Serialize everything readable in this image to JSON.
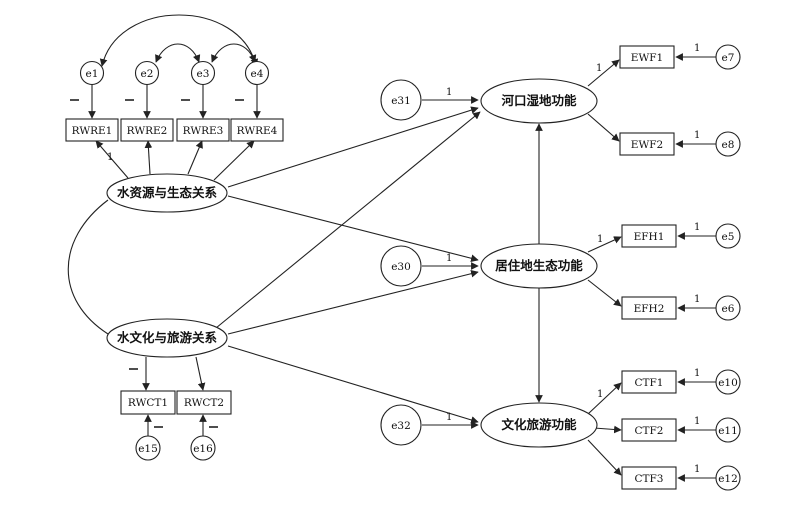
{
  "latents": {
    "water_eco": "水资源与生态关系",
    "water_culture": "水文化与旅游关系",
    "estuary": "河口湿地功能",
    "habitat": "居住地生态功能",
    "culture_tour": "文化旅游功能"
  },
  "indicators": {
    "rwre1": "RWRE1",
    "rwre2": "RWRE2",
    "rwre3": "RWRE3",
    "rwre4": "RWRE4",
    "rwct1": "RWCT1",
    "rwct2": "RWCT2",
    "ewf1": "EWF1",
    "ewf2": "EWF2",
    "efh1": "EFH1",
    "efh2": "EFH2",
    "ctf1": "CTF1",
    "ctf2": "CTF2",
    "ctf3": "CTF3"
  },
  "errors": {
    "e1": "e1",
    "e2": "e2",
    "e3": "e3",
    "e4": "e4",
    "e15": "e15",
    "e16": "e16",
    "e7": "e7",
    "e8": "e8",
    "e5": "e5",
    "e6": "e6",
    "e10": "e10",
    "e11": "e11",
    "e12": "e12",
    "e30": "e30",
    "e31": "e31",
    "e32": "e32"
  },
  "coefficients": {
    "fixed": "1"
  }
}
